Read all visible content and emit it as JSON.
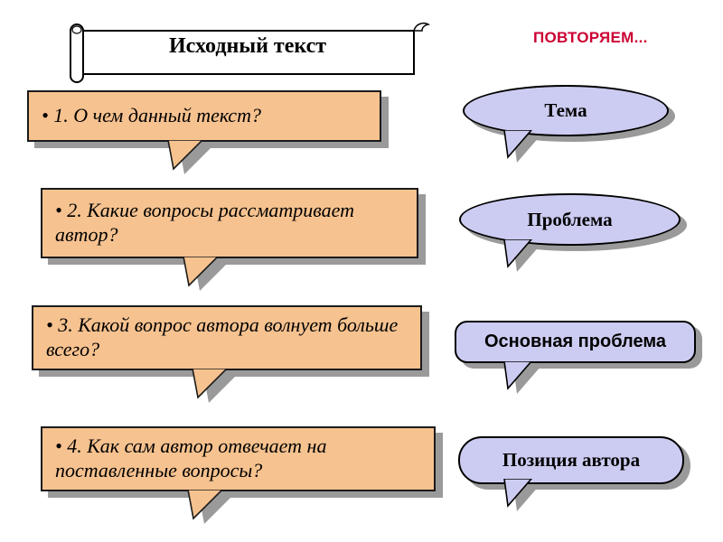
{
  "header": {
    "scroll_title": "Исходный текст",
    "repeat_label": "ПОВТОРЯЕМ...",
    "repeat_color": "#cc0033"
  },
  "questions": [
    {
      "text": "• 1. О чем данный текст?"
    },
    {
      "text": "• 2. Какие вопросы рассматривает автор?"
    },
    {
      "text": "• 3. Какой вопрос автора волнует больше всего?"
    },
    {
      "text": "• 4. Как сам автор отвечает на поставленные вопросы?"
    }
  ],
  "answers": [
    {
      "label": "Тема"
    },
    {
      "label": "Проблема"
    },
    {
      "label": "Основная проблема"
    },
    {
      "label": "Позиция автора"
    }
  ],
  "colors": {
    "question_fill": "#f6c28f",
    "answer_fill": "#ccccf2",
    "shadow": "#9a9a9a",
    "accent_red": "#cc0033"
  }
}
